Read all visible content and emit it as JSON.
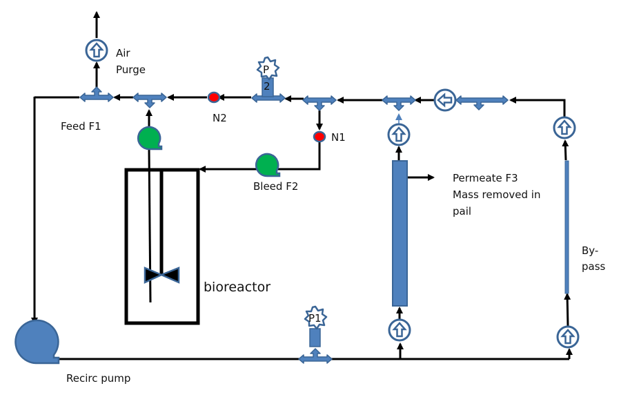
{
  "title": "Bioreactor recirculation loop with membrane permeate and by-pass",
  "colors": {
    "line": "#000000",
    "component_fill": "#4f81bd",
    "component_stroke": "#3a6596",
    "pump_green": "#00b050",
    "node_red": "#ff0000",
    "background": "#ffffff"
  },
  "labels": {
    "air_purge_line1": "Air",
    "air_purge_line2": "Purge",
    "feed": "Feed F1",
    "n2": "N2",
    "n1": "N1",
    "bleed": "Bleed F2",
    "bioreactor": "bioreactor",
    "permeate_line1": "Permeate F3",
    "permeate_line2": "Mass removed in",
    "permeate_line3": "pail",
    "bypass_line1": "By-",
    "bypass_line2": "pass",
    "recirc_pump": "Recirc pump"
  },
  "gauges": {
    "p2_top": "P",
    "p2_bottom": "2",
    "p1": "P1"
  },
  "components": [
    {
      "id": "recirc-pump",
      "type": "pump",
      "color": "blue"
    },
    {
      "id": "feed-pump",
      "type": "pump",
      "color": "green"
    },
    {
      "id": "bleed-pump",
      "type": "pump",
      "color": "green"
    },
    {
      "id": "bioreactor",
      "type": "vessel"
    },
    {
      "id": "membrane-module",
      "type": "column"
    },
    {
      "id": "bypass-tube",
      "type": "column"
    },
    {
      "id": "flow-meters",
      "count": 6
    },
    {
      "id": "sample-nodes",
      "values": [
        "N1",
        "N2"
      ]
    },
    {
      "id": "pressure-gauges",
      "values": [
        "P1",
        "P2"
      ]
    }
  ]
}
